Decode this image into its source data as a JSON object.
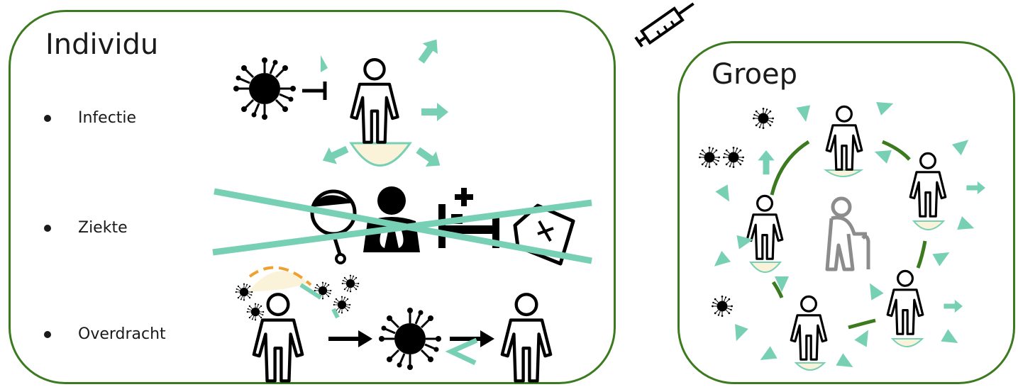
{
  "individual": {
    "title": "Individu",
    "items": [
      {
        "label": "Infectie"
      },
      {
        "label": "Ziekte"
      },
      {
        "label": "Overdracht"
      }
    ]
  },
  "group": {
    "title": "Groep"
  },
  "colors": {
    "border": "#3c7a1f",
    "arrow": "#78d0b4",
    "shield": "#fbf3d9",
    "text": "#1a1a1a"
  },
  "icons": [
    "virus-icon",
    "person-icon",
    "syringe-icon",
    "doctor-icon",
    "lungs-icon",
    "hospital-bed-icon",
    "coffin-icon",
    "elderly-person-icon",
    "arrow-icon"
  ]
}
